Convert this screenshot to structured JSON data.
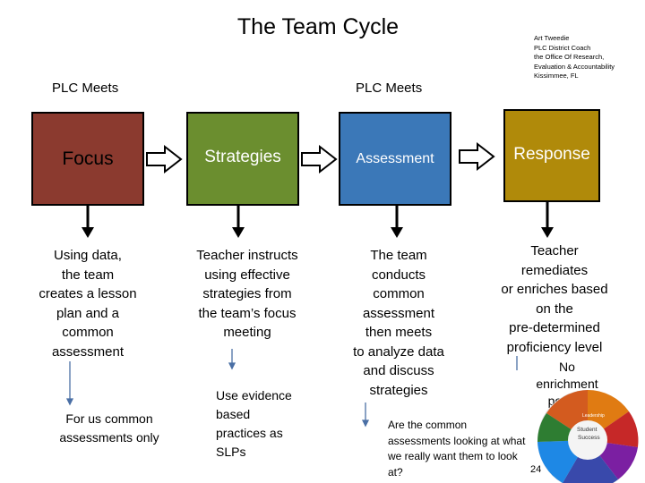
{
  "title": "The Team Cycle",
  "credit": [
    "Art Tweedie",
    "PLC District Coach",
    "the Office Of Research,",
    "Evaluation & Accountability",
    "Kissimmee, FL"
  ],
  "plc_meets_left": "PLC Meets",
  "plc_meets_right": "PLC Meets",
  "stages": [
    {
      "label": "Focus",
      "color": "#8b3a2f",
      "text_color": "#000000",
      "description": [
        "Using data,",
        "the team",
        "creates a lesson",
        "plan and a",
        "common",
        "assessment"
      ]
    },
    {
      "label": "Strategies",
      "color": "#6b8e2f",
      "text_color": "#ffffff",
      "description": [
        "Teacher instructs",
        "using effective",
        "strategies from",
        "the team’s focus",
        "meeting"
      ]
    },
    {
      "label": "Assessment",
      "color": "#3b78b8",
      "text_color": "#ffffff",
      "description": [
        "The team",
        "conducts",
        "common",
        "assessment",
        "then meets",
        "to analyze data",
        "and discuss",
        "strategies"
      ]
    },
    {
      "label": "Response",
      "color": "#b08a0a",
      "text_color": "#ffffff",
      "description": [
        "Teacher",
        "remediates",
        "or enriches based",
        "on the",
        "pre-determined",
        "proficiency level"
      ]
    }
  ],
  "notes": {
    "focus": [
      "For us common",
      "assessments only"
    ],
    "strategies": [
      "Use evidence",
      "based",
      "practices as",
      "SLPs"
    ],
    "response": [
      "No",
      "enrichment",
      "portion"
    ],
    "assessment": [
      "Are the common",
      "assessments looking at what",
      "we really want them to look",
      "at?"
    ]
  },
  "page_number": "24",
  "wheel": {
    "center": [
      "Student",
      "Success"
    ],
    "top": "Leadership"
  }
}
